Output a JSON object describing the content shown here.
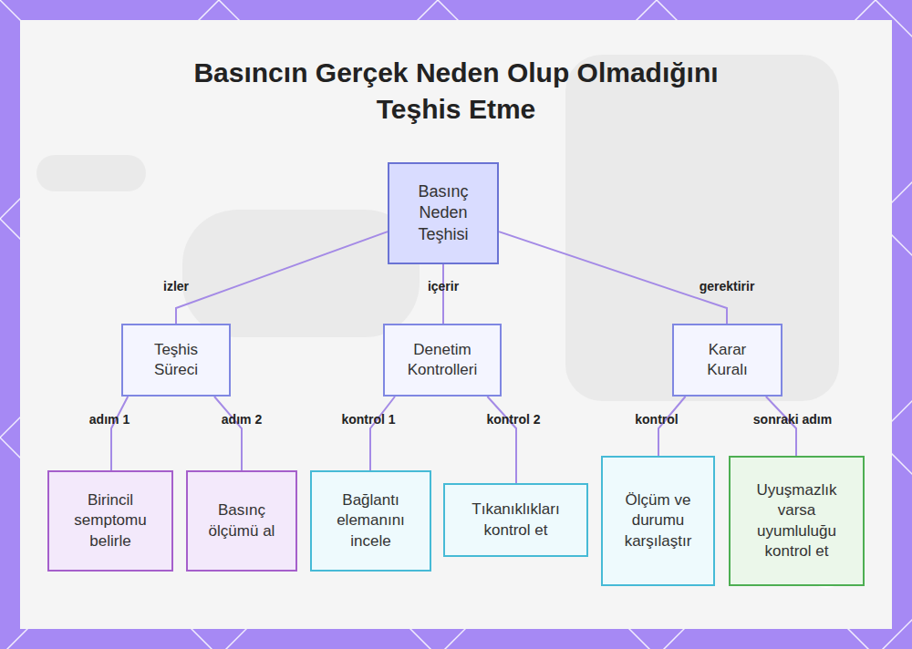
{
  "diagram": {
    "title": "Basıncın Gerçek Neden Olup Olmadığını Teşhis Etme",
    "nodes": [
      {
        "text": [
          "Basınç Neden Teşhisi"
        ]
      },
      {
        "text": [
          "Teşhis Süreci"
        ]
      },
      {
        "text": [
          "Denetim Kontrolleri"
        ]
      },
      {
        "text": [
          "Karar Kuralı"
        ]
      },
      {
        "text": [
          "Birincil semptomu belirle"
        ]
      },
      {
        "text": [
          "Basınç ölçümü al"
        ]
      },
      {
        "text": [
          "Bağlantı elemanını incele"
        ]
      },
      {
        "text": [
          "Tıkanıklıkları kontrol et"
        ]
      },
      {
        "text": [
          "Ölçüm ve durumu karşılaştır"
        ]
      },
      {
        "text": [
          "Uyuşmazlık varsa uyumluluğu kontrol et"
        ]
      }
    ],
    "edges": [
      {
        "from": 0,
        "to": 1,
        "label": "izler",
        "arrow": "none"
      },
      {
        "from": 0,
        "to": 2,
        "label": "içerir",
        "arrow": "none"
      },
      {
        "from": 0,
        "to": 3,
        "label": "gerektirir",
        "arrow": "none"
      },
      {
        "from": 1,
        "to": 4,
        "label": "adım 1",
        "arrow": "none"
      },
      {
        "from": 1,
        "to": 5,
        "label": "adım 2",
        "arrow": "none"
      },
      {
        "from": 2,
        "to": 6,
        "label": "kontrol 1",
        "arrow": "none"
      },
      {
        "from": 2,
        "to": 7,
        "label": "kontrol 2",
        "arrow": "none"
      },
      {
        "from": 3,
        "to": 8,
        "label": "kontrol",
        "arrow": "none"
      },
      {
        "from": 3,
        "to": 9,
        "label": "sonraki adım",
        "arrow": "none"
      }
    ]
  }
}
